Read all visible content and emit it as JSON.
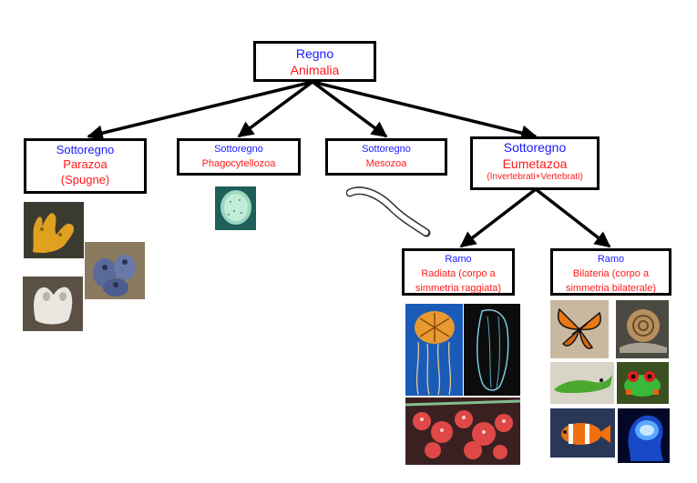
{
  "root": {
    "line1": "Regno",
    "line2": "Animalia"
  },
  "subkingdoms": [
    {
      "label": "Sottoregno",
      "name": "Parazoa",
      "extra": "(Spugne)"
    },
    {
      "label": "Sottoregno",
      "name": "Phagocytellozoa"
    },
    {
      "label": "Sottoregno",
      "name": "Mesozoa"
    },
    {
      "label": "Sottoregno",
      "name": "Eumetazoa",
      "extra": "(Invertebrati+Vertebrati)"
    }
  ],
  "branches": [
    {
      "label": "Ramo",
      "line1": "Radiata (corpo a",
      "line2": "simmetria raggiata)"
    },
    {
      "label": "Ramo",
      "line1": "Bilateria (corpo a",
      "line2": "simmetria bilaterale)"
    }
  ],
  "colors": {
    "label": "#1a1aff",
    "name": "#ff1a1a",
    "border": "#000000"
  }
}
